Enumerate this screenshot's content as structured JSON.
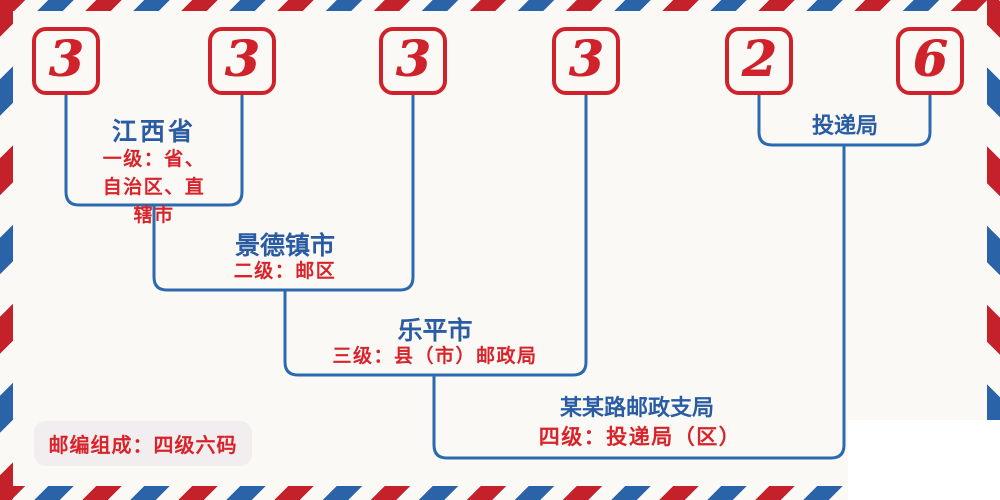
{
  "code": {
    "digits": [
      "3",
      "3",
      "3",
      "3",
      "2",
      "6"
    ]
  },
  "levels": {
    "level1": {
      "place": "江西省",
      "description": "一级：省、自治区、直辖市"
    },
    "level2": {
      "place": "景德镇市",
      "description": "二级：邮区"
    },
    "level3": {
      "place": "乐平市",
      "description": "三级：县（市）邮政局"
    },
    "level4": {
      "place": "某某路邮政支局",
      "description": "四级：投递局（区）"
    },
    "delivery": {
      "place": "投递局"
    }
  },
  "badge": {
    "text": "邮编组成：四级六码"
  },
  "colors": {
    "stripe_red": "#c5212b",
    "stripe_blue": "#2a63a8",
    "digit_red": "#d0222a",
    "line_blue": "#2b6ab0",
    "place_text_blue": "#2a5ca3",
    "level_text_red": "#d8232b",
    "background": "#faf9f5",
    "badge_background": "#f2eef0",
    "corner_patch": "#ffffff"
  }
}
